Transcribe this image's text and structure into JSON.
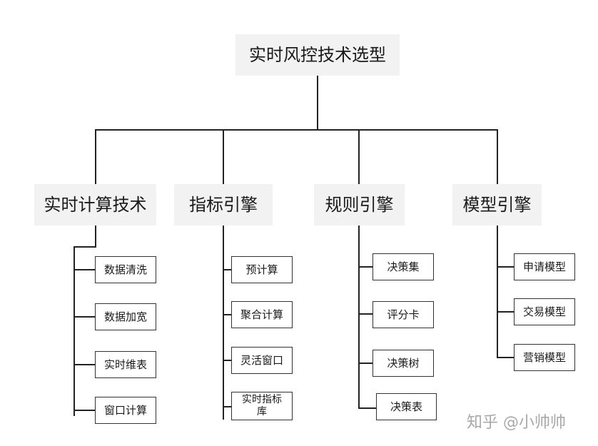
{
  "root": {
    "label": "实时风控技术选型"
  },
  "categories": [
    {
      "label": "实时计算技术",
      "items": [
        "数据清洗",
        "数据加宽",
        "实时维表",
        "窗口计算"
      ]
    },
    {
      "label": "指标引擎",
      "items": [
        "预计算",
        "聚合计算",
        "灵活窗口",
        "实时指标库"
      ]
    },
    {
      "label": "规则引擎",
      "items": [
        "决策集",
        "评分卡",
        "决策树",
        "决策表"
      ]
    },
    {
      "label": "模型引擎",
      "items": [
        "申请模型",
        "交易模型",
        "营销模型"
      ]
    }
  ],
  "watermark": "知乎 @小帅帅",
  "colors": {
    "line": "#222222",
    "header_bg": "#f2f2f2",
    "box_border": "#333333"
  }
}
